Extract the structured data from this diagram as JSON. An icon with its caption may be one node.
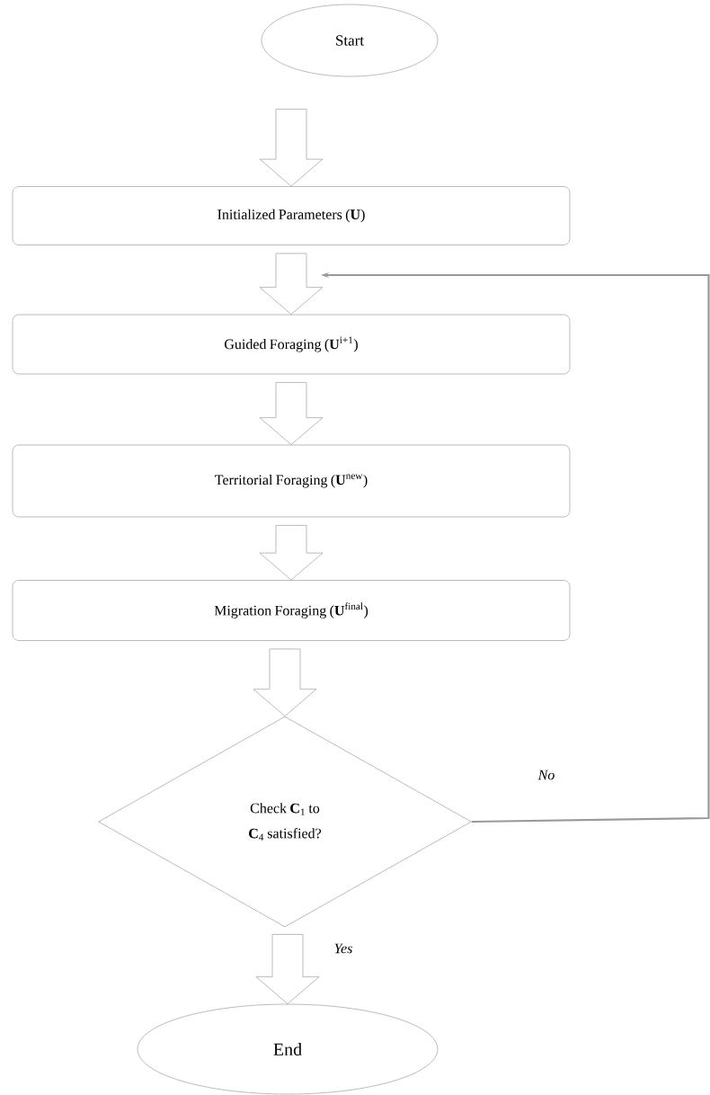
{
  "diagram": {
    "nodes": [
      {
        "text": [
          "Start"
        ]
      },
      {
        "text": [
          "Initialized Parameters (**U**)"
        ]
      },
      {
        "text": [
          "Guided Foraging (**U**$^{i+1}$)"
        ]
      },
      {
        "text": [
          "Territorial Foraging (**U**$^{new}$)"
        ]
      },
      {
        "text": [
          "Migration Foraging (**U**$^{final}$)"
        ]
      },
      {
        "text": [
          "Check **C**$_{1}$ to **C**$_{4}$ satisfied?"
        ]
      },
      {
        "text": [
          "End"
        ]
      }
    ],
    "edges": [
      {
        "from": 0,
        "to": 1,
        "arrow": "to"
      },
      {
        "from": 1,
        "to": 2,
        "arrow": "to"
      },
      {
        "from": 2,
        "to": 3,
        "arrow": "to"
      },
      {
        "from": 3,
        "to": 4,
        "arrow": "to"
      },
      {
        "from": 4,
        "to": 5,
        "arrow": "to"
      },
      {
        "from": 5,
        "to": 6,
        "arrow": "to",
        "label": "Yes"
      },
      {
        "from": 5,
        "to": null,
        "arrow": "to",
        "label": "No",
        "color": "#999999"
      }
    ]
  }
}
